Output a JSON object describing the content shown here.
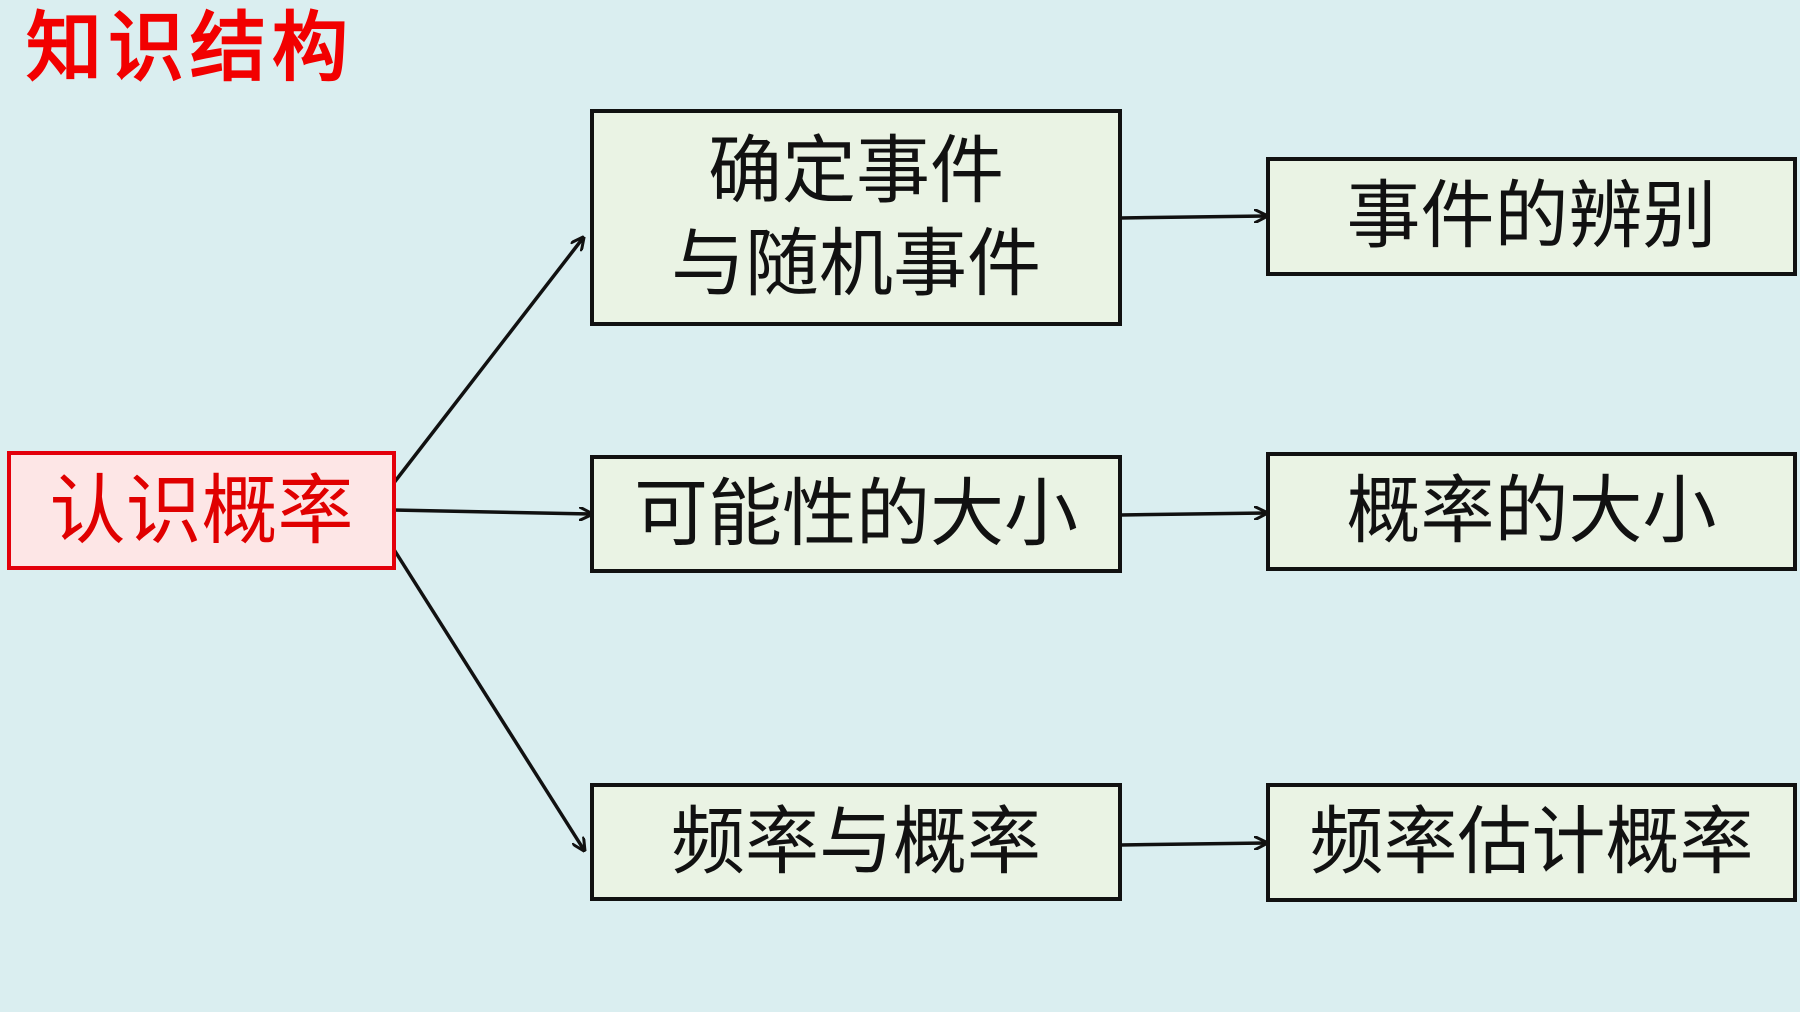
{
  "title": "知识结构",
  "root": "认识概率",
  "branches": [
    {
      "label_lines": [
        "确定事件",
        "与随机事件"
      ],
      "child": "事件的辨别"
    },
    {
      "label_lines": [
        "可能性的大小"
      ],
      "child": "概率的大小"
    },
    {
      "label_lines": [
        "频率与概率"
      ],
      "child": "频率估计概率"
    }
  ],
  "colors": {
    "background": "#daeef0",
    "title": "#f20000",
    "root_border": "#e3000b",
    "root_fill": "#fde6e6",
    "node_fill": "#eaf3e4",
    "line": "#111111"
  }
}
